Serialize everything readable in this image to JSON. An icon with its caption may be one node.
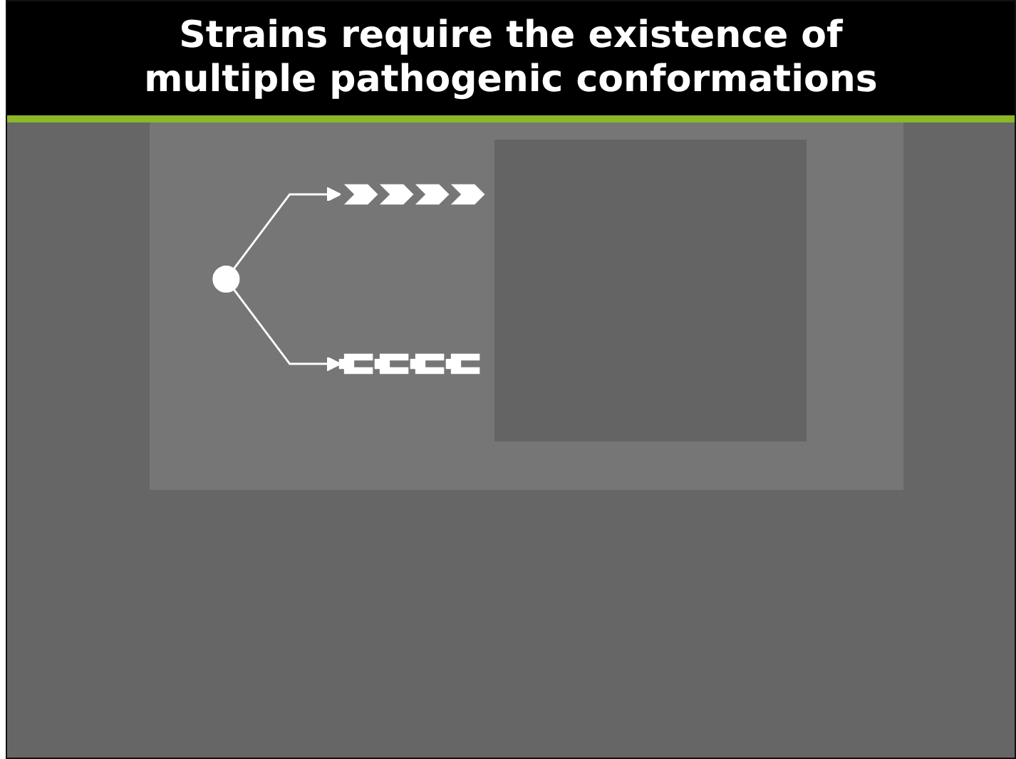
{
  "diagram": {
    "title": "Strains require the existence of multiple pathogenic conformations",
    "nodes": [
      {
        "text": [],
        "shape": "circle"
      },
      {
        "text": [],
        "shape": "picture"
      },
      {
        "text": [],
        "shape": "picture"
      }
    ],
    "edges": [
      {
        "from": 0,
        "to": 1,
        "arrow": "to"
      },
      {
        "from": 0,
        "to": 2,
        "arrow": "to"
      }
    ]
  }
}
